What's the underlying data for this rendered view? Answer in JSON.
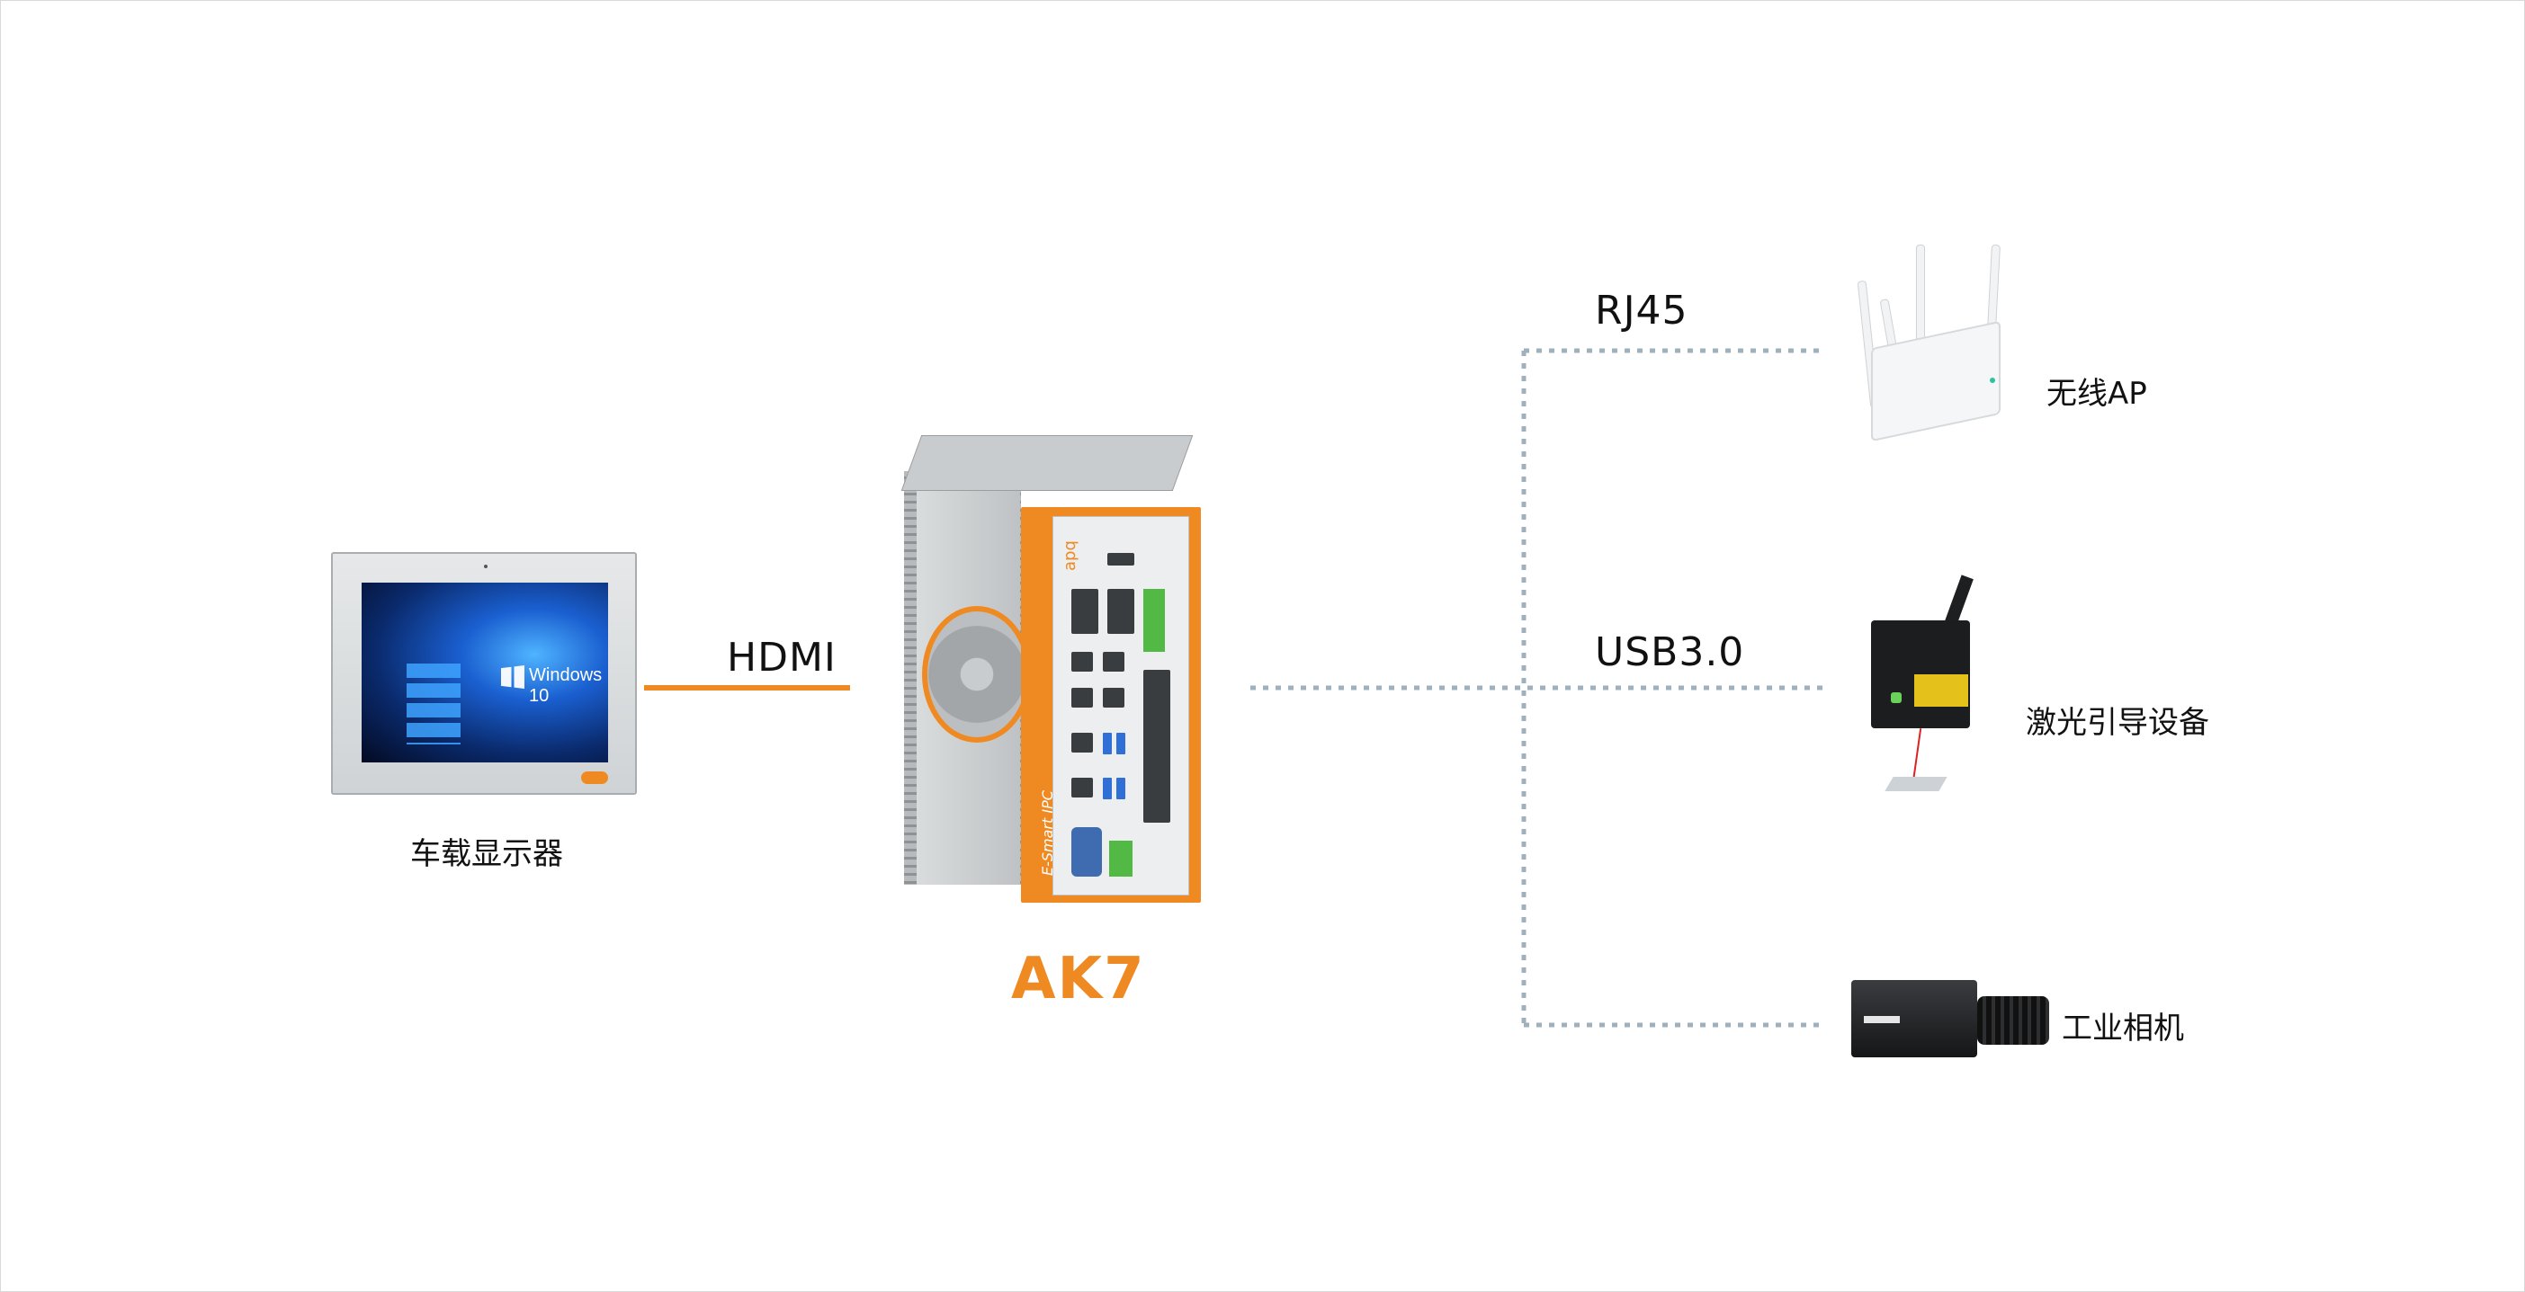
{
  "connections": {
    "hdmi": "HDMI",
    "rj45": "RJ45",
    "usb": "USB3.0"
  },
  "devices": {
    "monitor": {
      "label": "车载显示器",
      "screen_text": "Windows 10"
    },
    "ipc": {
      "label": "AK7",
      "logo_text": "apq",
      "side_text": "E-Smart IPC"
    },
    "wireless_ap": {
      "label": "无线AP"
    },
    "laser_guide": {
      "label": "激光引导设备"
    },
    "industrial_camera": {
      "label": "工业相机"
    }
  },
  "colors": {
    "accent": "#ef8a22",
    "dotted_line": "#9fb1bd",
    "text": "#111111"
  }
}
